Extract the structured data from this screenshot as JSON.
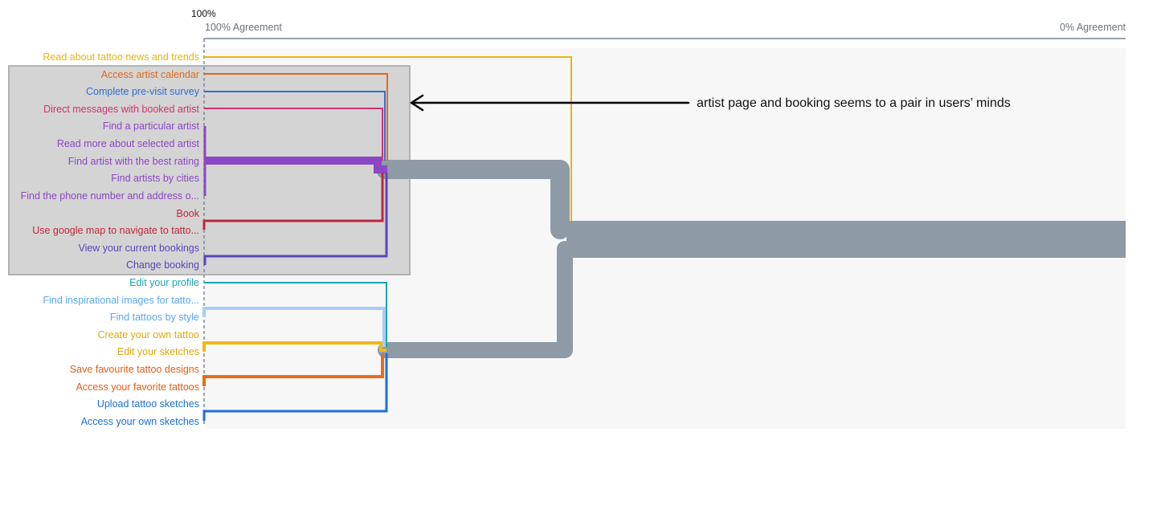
{
  "header": {
    "top_percent": "100%",
    "axis_left": "100% Agreement",
    "axis_right": "0% Agreement"
  },
  "annotation": {
    "text": "artist page and booking seems to a pair in users’ minds"
  },
  "colors": {
    "trunk": "#8e9aa5",
    "highlight_fill": "#d4d4d4",
    "highlight_border": "#b3b3b3",
    "plot_bg": "#f7f7f7",
    "axis_line": "#7b8794"
  },
  "items": [
    {
      "label": "Read about tattoo news and trends",
      "color": "#e7b416"
    },
    {
      "label": "Access artist calendar",
      "color": "#dd6b1f"
    },
    {
      "label": "Complete pre-visit survey",
      "color": "#2e6fd0"
    },
    {
      "label": "Direct messages with booked artist",
      "color": "#d1326f"
    },
    {
      "label": "Find a particular artist",
      "color": "#8b47c5"
    },
    {
      "label": "Read more about selected artist",
      "color": "#8b47c5"
    },
    {
      "label": "Find artist with the best rating",
      "color": "#8b47c5"
    },
    {
      "label": "Find artists by cities",
      "color": "#8b47c5"
    },
    {
      "label": "Find the phone number and address o...",
      "color": "#8b47c5"
    },
    {
      "label": "Book",
      "color": "#c0263b"
    },
    {
      "label": "Use google map to navigate to tatto...",
      "color": "#c0263b"
    },
    {
      "label": "View your current bookings",
      "color": "#5b45b8"
    },
    {
      "label": "Change booking",
      "color": "#5b45b8"
    },
    {
      "label": "Edit your profile",
      "color": "#1aa3b3"
    },
    {
      "label": "Find inspirational images for tatto...",
      "color": "#5aa7f2"
    },
    {
      "label": "Find tattoos by style",
      "color": "#5aa7f2"
    },
    {
      "label": "Create your own tattoo",
      "color": "#e2a70f"
    },
    {
      "label": "Edit your sketches",
      "color": "#e2a70f"
    },
    {
      "label": "Save favourite tattoo designs",
      "color": "#e05d16"
    },
    {
      "label": "Access your favorite tattoos",
      "color": "#e05d16"
    },
    {
      "label": "Upload tattoo sketches",
      "color": "#1b6fd8"
    },
    {
      "label": "Access your own sketches",
      "color": "#1b6fd8"
    }
  ]
}
